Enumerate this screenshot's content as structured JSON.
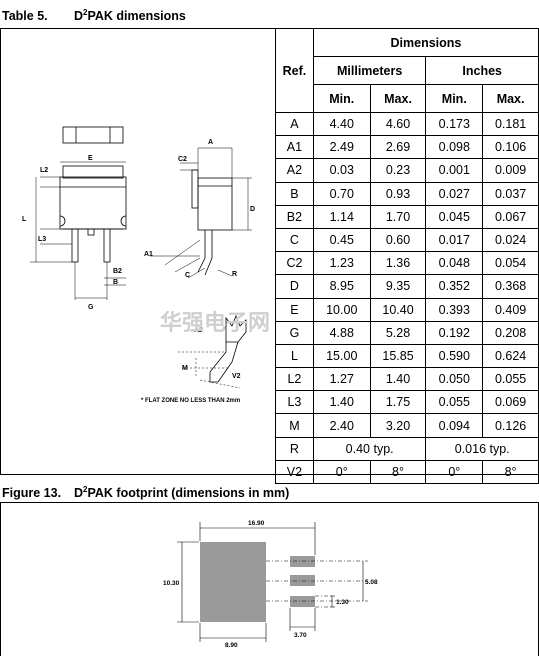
{
  "table": {
    "caption_num": "Table 5.",
    "caption_pre": "D",
    "caption_sup": "2",
    "caption_post": "PAK dimensions",
    "header": {
      "dimensions": "Dimensions",
      "ref": "Ref.",
      "millimeters": "Millimeters",
      "inches": "Inches",
      "min": "Min.",
      "max": "Max."
    },
    "rows": [
      {
        "ref": "A",
        "mm_min": "4.40",
        "mm_max": "4.60",
        "in_min": "0.173",
        "in_max": "0.181"
      },
      {
        "ref": "A1",
        "mm_min": "2.49",
        "mm_max": "2.69",
        "in_min": "0.098",
        "in_max": "0.106"
      },
      {
        "ref": "A2",
        "mm_min": "0.03",
        "mm_max": "0.23",
        "in_min": "0.001",
        "in_max": "0.009"
      },
      {
        "ref": "B",
        "mm_min": "0.70",
        "mm_max": "0.93",
        "in_min": "0.027",
        "in_max": "0.037"
      },
      {
        "ref": "B2",
        "mm_min": "1.14",
        "mm_max": "1.70",
        "in_min": "0.045",
        "in_max": "0.067"
      },
      {
        "ref": "C",
        "mm_min": "0.45",
        "mm_max": "0.60",
        "in_min": "0.017",
        "in_max": "0.024"
      },
      {
        "ref": "C2",
        "mm_min": "1.23",
        "mm_max": "1.36",
        "in_min": "0.048",
        "in_max": "0.054"
      },
      {
        "ref": "D",
        "mm_min": "8.95",
        "mm_max": "9.35",
        "in_min": "0.352",
        "in_max": "0.368"
      },
      {
        "ref": "E",
        "mm_min": "10.00",
        "mm_max": "10.40",
        "in_min": "0.393",
        "in_max": "0.409"
      },
      {
        "ref": "G",
        "mm_min": "4.88",
        "mm_max": "5.28",
        "in_min": "0.192",
        "in_max": "0.208"
      },
      {
        "ref": "L",
        "mm_min": "15.00",
        "mm_max": "15.85",
        "in_min": "0.590",
        "in_max": "0.624"
      },
      {
        "ref": "L2",
        "mm_min": "1.27",
        "mm_max": "1.40",
        "in_min": "0.050",
        "in_max": "0.055"
      },
      {
        "ref": "L3",
        "mm_min": "1.40",
        "mm_max": "1.75",
        "in_min": "0.055",
        "in_max": "0.069"
      },
      {
        "ref": "M",
        "mm_min": "2.40",
        "mm_max": "3.20",
        "in_min": "0.094",
        "in_max": "0.126"
      }
    ],
    "row_r": {
      "ref": "R",
      "mm": "0.40 typ.",
      "in": "0.016 typ."
    },
    "row_v2": {
      "ref": "V2",
      "mm_min": "0°",
      "mm_max": "8°",
      "in_min": "0°",
      "in_max": "8°"
    }
  },
  "package_drawing": {
    "labels": {
      "a": "A",
      "c2": "C2",
      "e": "E",
      "l2": "L2",
      "l": "L",
      "l3": "L3",
      "d": "D",
      "a1": "A1",
      "c": "C",
      "r": "R",
      "b2": "B2",
      "b": "B",
      "g": "G",
      "a2": "A2",
      "m": "M",
      "v2": "V2"
    },
    "note": "* FLAT ZONE NO LESS THAN 2mm",
    "watermark": "华强电子网"
  },
  "figure": {
    "caption_num": "Figure 13.",
    "caption_pre": "D",
    "caption_sup": "2",
    "caption_post": "PAK footprint (dimensions in mm)",
    "dims": {
      "width_total": "16.90",
      "height": "10.30",
      "pad_width": "8.90",
      "pin_length": "3.70",
      "pin_pitch": "5.08",
      "pin_width": "1.30"
    }
  }
}
